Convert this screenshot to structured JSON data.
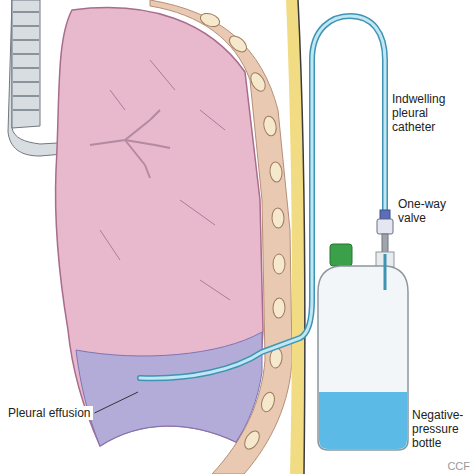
{
  "diagram": {
    "labels": [
      "Indwelling pleural catheter",
      "One-way valve",
      "Pleural effusion",
      "Negative-pressure bottle",
      "CCF"
    ]
  }
}
